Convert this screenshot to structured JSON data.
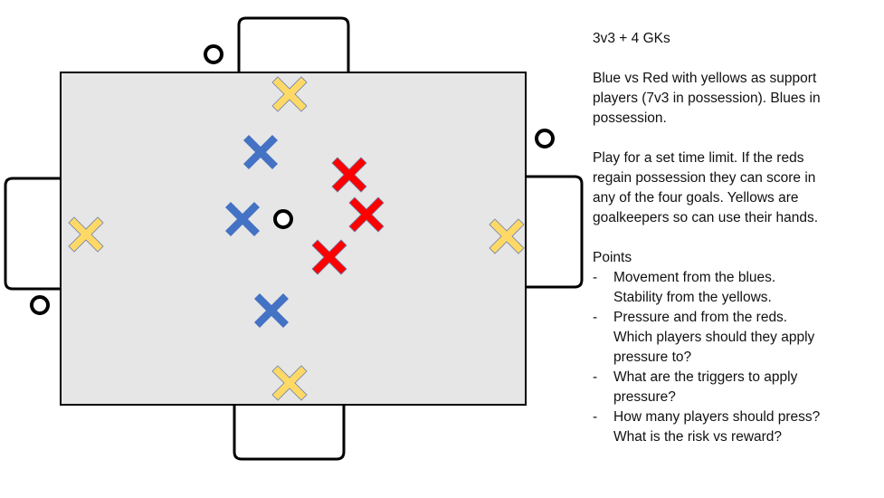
{
  "diagram": {
    "title": "3v3 + 4 GKs",
    "colors": {
      "pitch": "#e6e6e6",
      "blue": "#4472c4",
      "red": "#ff0000",
      "yellow": "#ffd966",
      "outline": "#000000"
    },
    "teams": {
      "blue_count": 3,
      "red_count": 3,
      "yellow_count": 4
    },
    "goals": 4,
    "balls": 4
  },
  "notes": {
    "heading": "3v3 + 4 GKs",
    "para1": [
      "Blue vs Red with yellows as support",
      "players (7v3 in possession). Blues in",
      "possession."
    ],
    "para2": [
      "Play for a set time limit. If the reds",
      "regain possession they can score in",
      "any of the four goals. Yellows are",
      "goalkeepers so can use their hands."
    ],
    "points_heading": "Points",
    "points": [
      [
        "Movement from the blues.",
        "Stability from the yellows."
      ],
      [
        "Pressure and from the reds.",
        "Which players should they apply",
        "pressure to?"
      ],
      [
        "What are the triggers to apply",
        "pressure?"
      ],
      [
        "How many players should press?",
        "What is the risk vs reward?"
      ]
    ],
    "dash": "-"
  }
}
